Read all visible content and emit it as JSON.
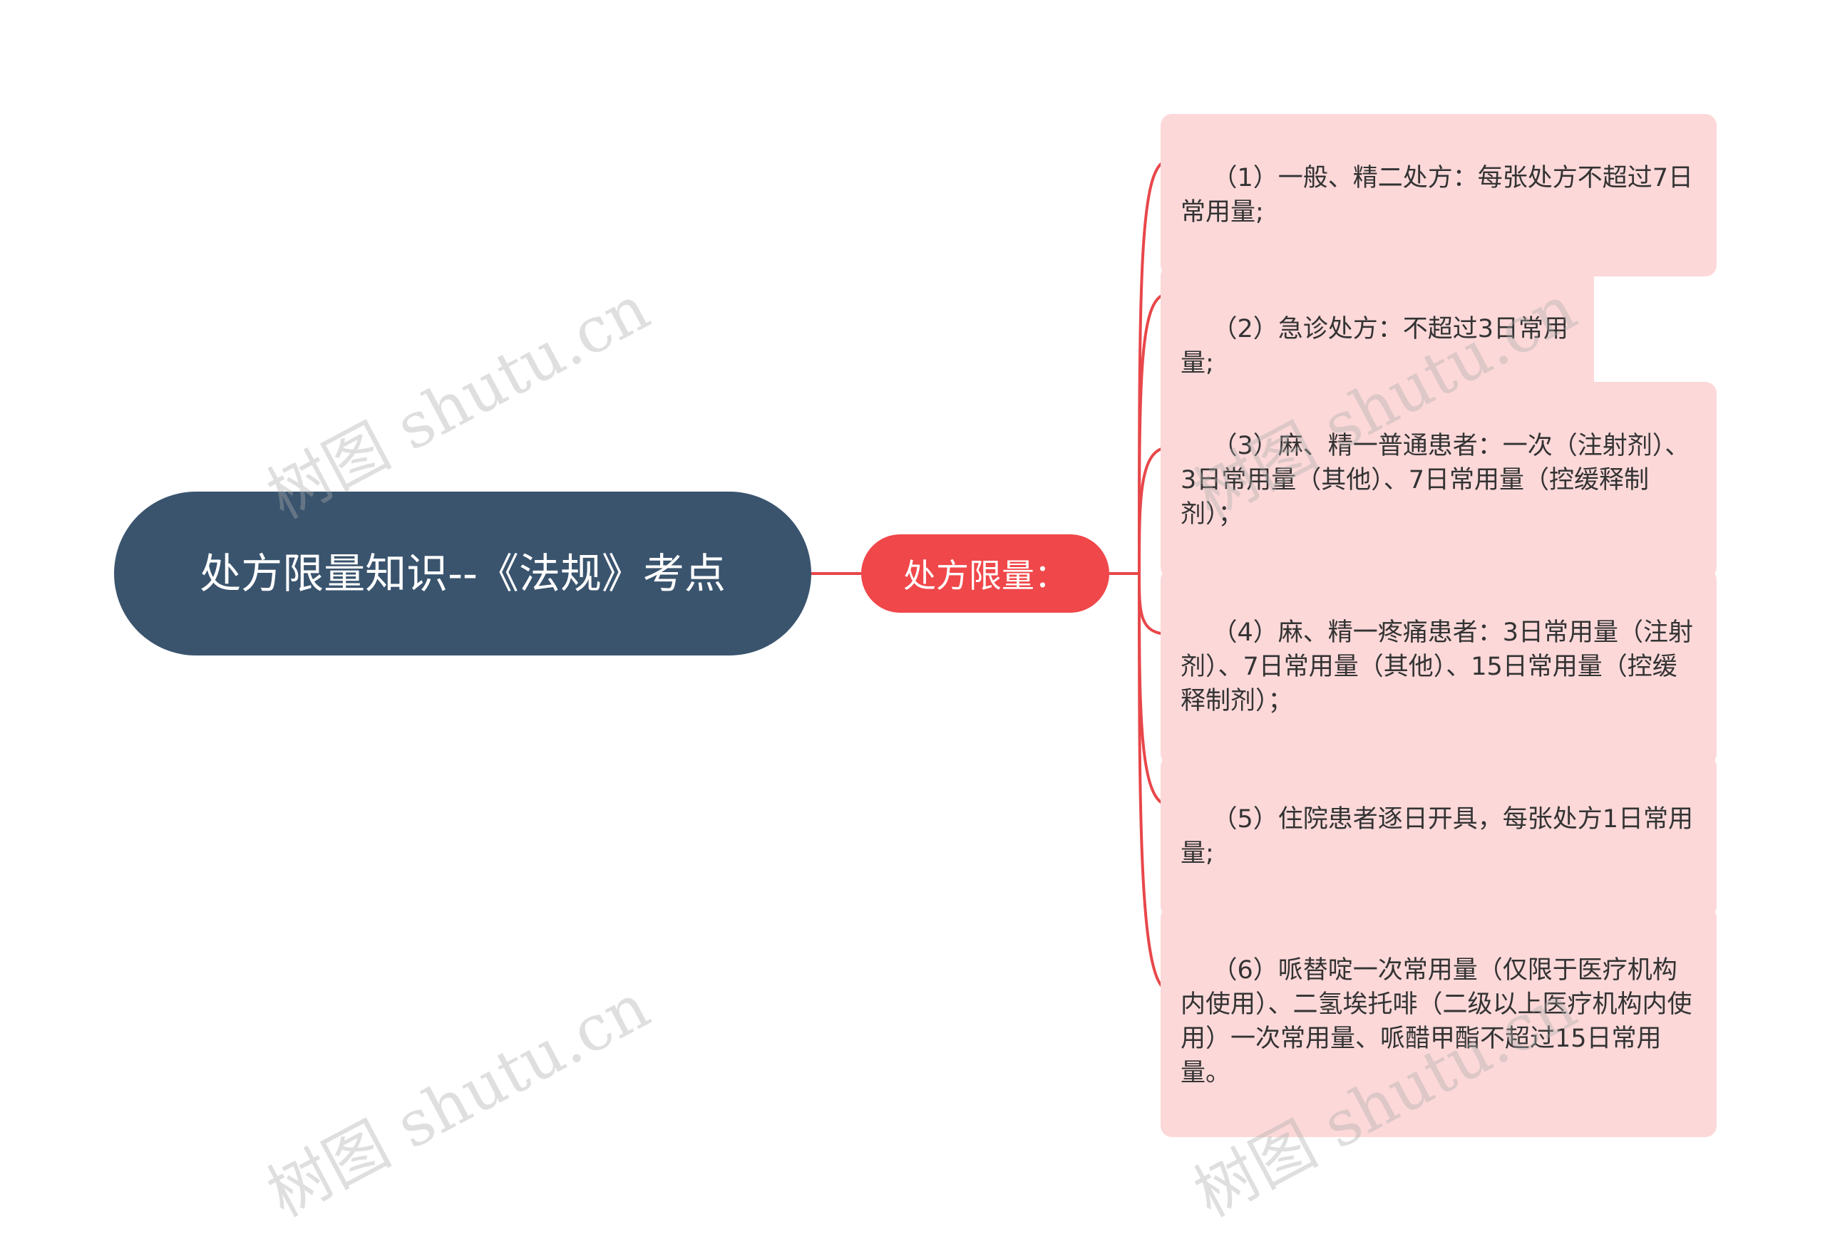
{
  "root": {
    "title": "处方限量知识--《法规》考点"
  },
  "hub": {
    "label": "处方限量："
  },
  "items": [
    "（1）一般、精二处方：每张处方不超过7日常用量;",
    "（2）急诊处方：不超过3日常用量;",
    "（3）麻、精一普通患者：一次（注射剂）、3日常用量（其他）、7日常用量（控缓释制剂）；",
    "（4）麻、精一疼痛患者：3日常用量（注射剂）、7日常用量（其他）、15日常用量（控缓释制剂）；",
    "（5）住院患者逐日开具，每张处方1日常用量;",
    "（6）哌替啶一次常用量（仅限于医疗机构内使用）、二氢埃托啡（二级以上医疗机构内使用）一次常用量、哌醋甲酯不超过15日常用量。"
  ],
  "watermark": "树图 shutu.cn",
  "colors": {
    "root_bg": "#3a546e",
    "hub_bg": "#f0474a",
    "leaf_bg": "#fcd8d9",
    "connector": "#e8474a"
  }
}
